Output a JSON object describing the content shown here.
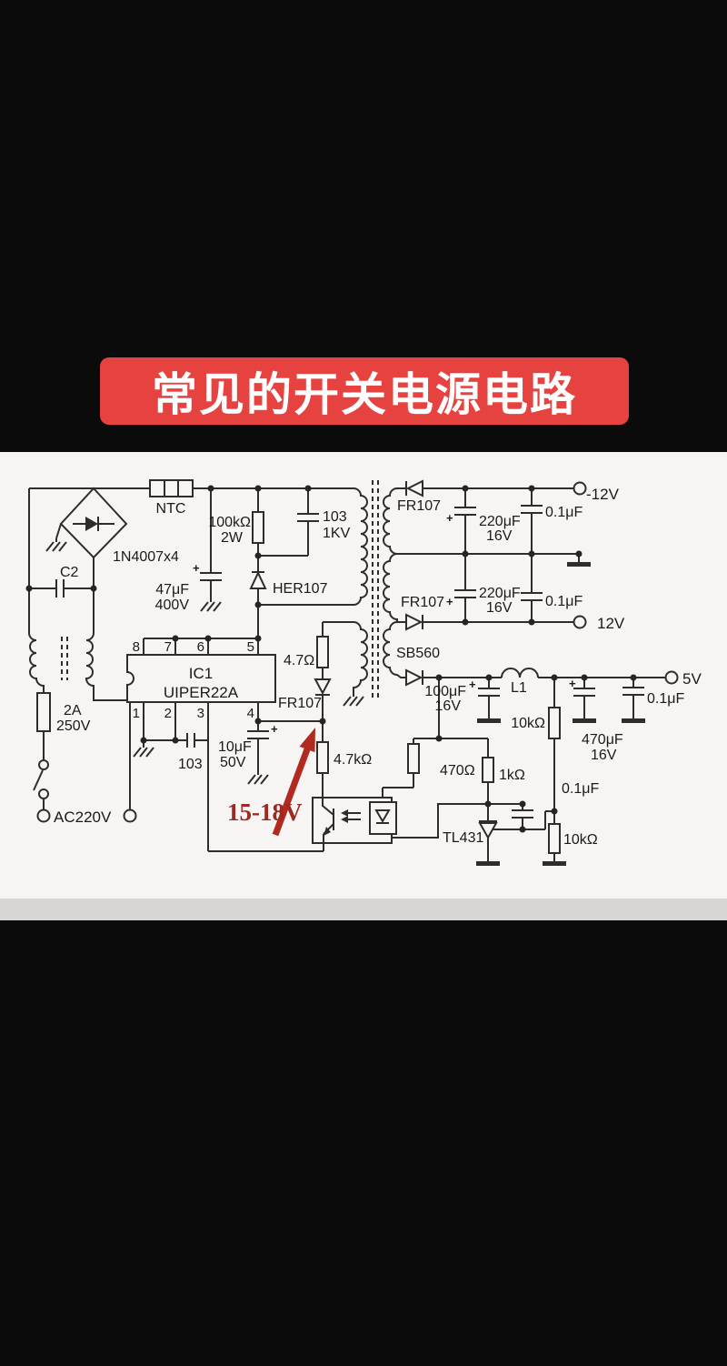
{
  "title": "常见的开关电源电路",
  "colors": {
    "banner": "#e64340",
    "arrow": "#b02a20",
    "annotation_text": "#9e2823",
    "paper": "#f6f5f3"
  },
  "schematic": {
    "input": {
      "ntc": "NTC",
      "bridge": "1N4007x4",
      "c2": "C2",
      "bulk_value": "47μF",
      "bulk_volt": "400V",
      "fuse_current": "2A",
      "fuse_volt": "250V",
      "ac": "AC220V"
    },
    "snubber": {
      "res": "100kΩ",
      "res_power": "2W",
      "cap": "103",
      "cap_volt": "1KV",
      "diode": "HER107"
    },
    "ic": {
      "ref": "IC1",
      "part": "UIPER22A",
      "pins_top": [
        "8",
        "7",
        "6",
        "5"
      ],
      "pins_bottom": [
        "1",
        "2",
        "3",
        "4"
      ],
      "bypass_cap": "103",
      "vdd_cap_value": "10μF",
      "vdd_cap_volt": "50V"
    },
    "aux": {
      "res": "4.7Ω",
      "diode": "FR107",
      "res2": "4.7kΩ",
      "annotation": "15-18V"
    },
    "neg12": {
      "diode": "FR107",
      "cap_value": "220μF",
      "cap_volt": "16V",
      "cap2": "0.1μF",
      "terminal": "-12V"
    },
    "pos12": {
      "diode": "FR107",
      "cap_value": "220μF",
      "cap_volt": "16V",
      "cap2": "0.1μF",
      "terminal": "12V"
    },
    "v5": {
      "diode": "SB560",
      "cap_value": "100μF",
      "cap_volt": "16V",
      "inductor": "L1",
      "res_upper": "10kΩ",
      "cap2_value": "470μF",
      "cap2_volt": "16V",
      "cap3": "0.1μF",
      "terminal": "5V"
    },
    "feedback": {
      "res_bias": "470Ω",
      "res1k": "1kΩ",
      "regulator": "TL431",
      "cap": "0.1μF",
      "res_lower": "10kΩ"
    }
  }
}
